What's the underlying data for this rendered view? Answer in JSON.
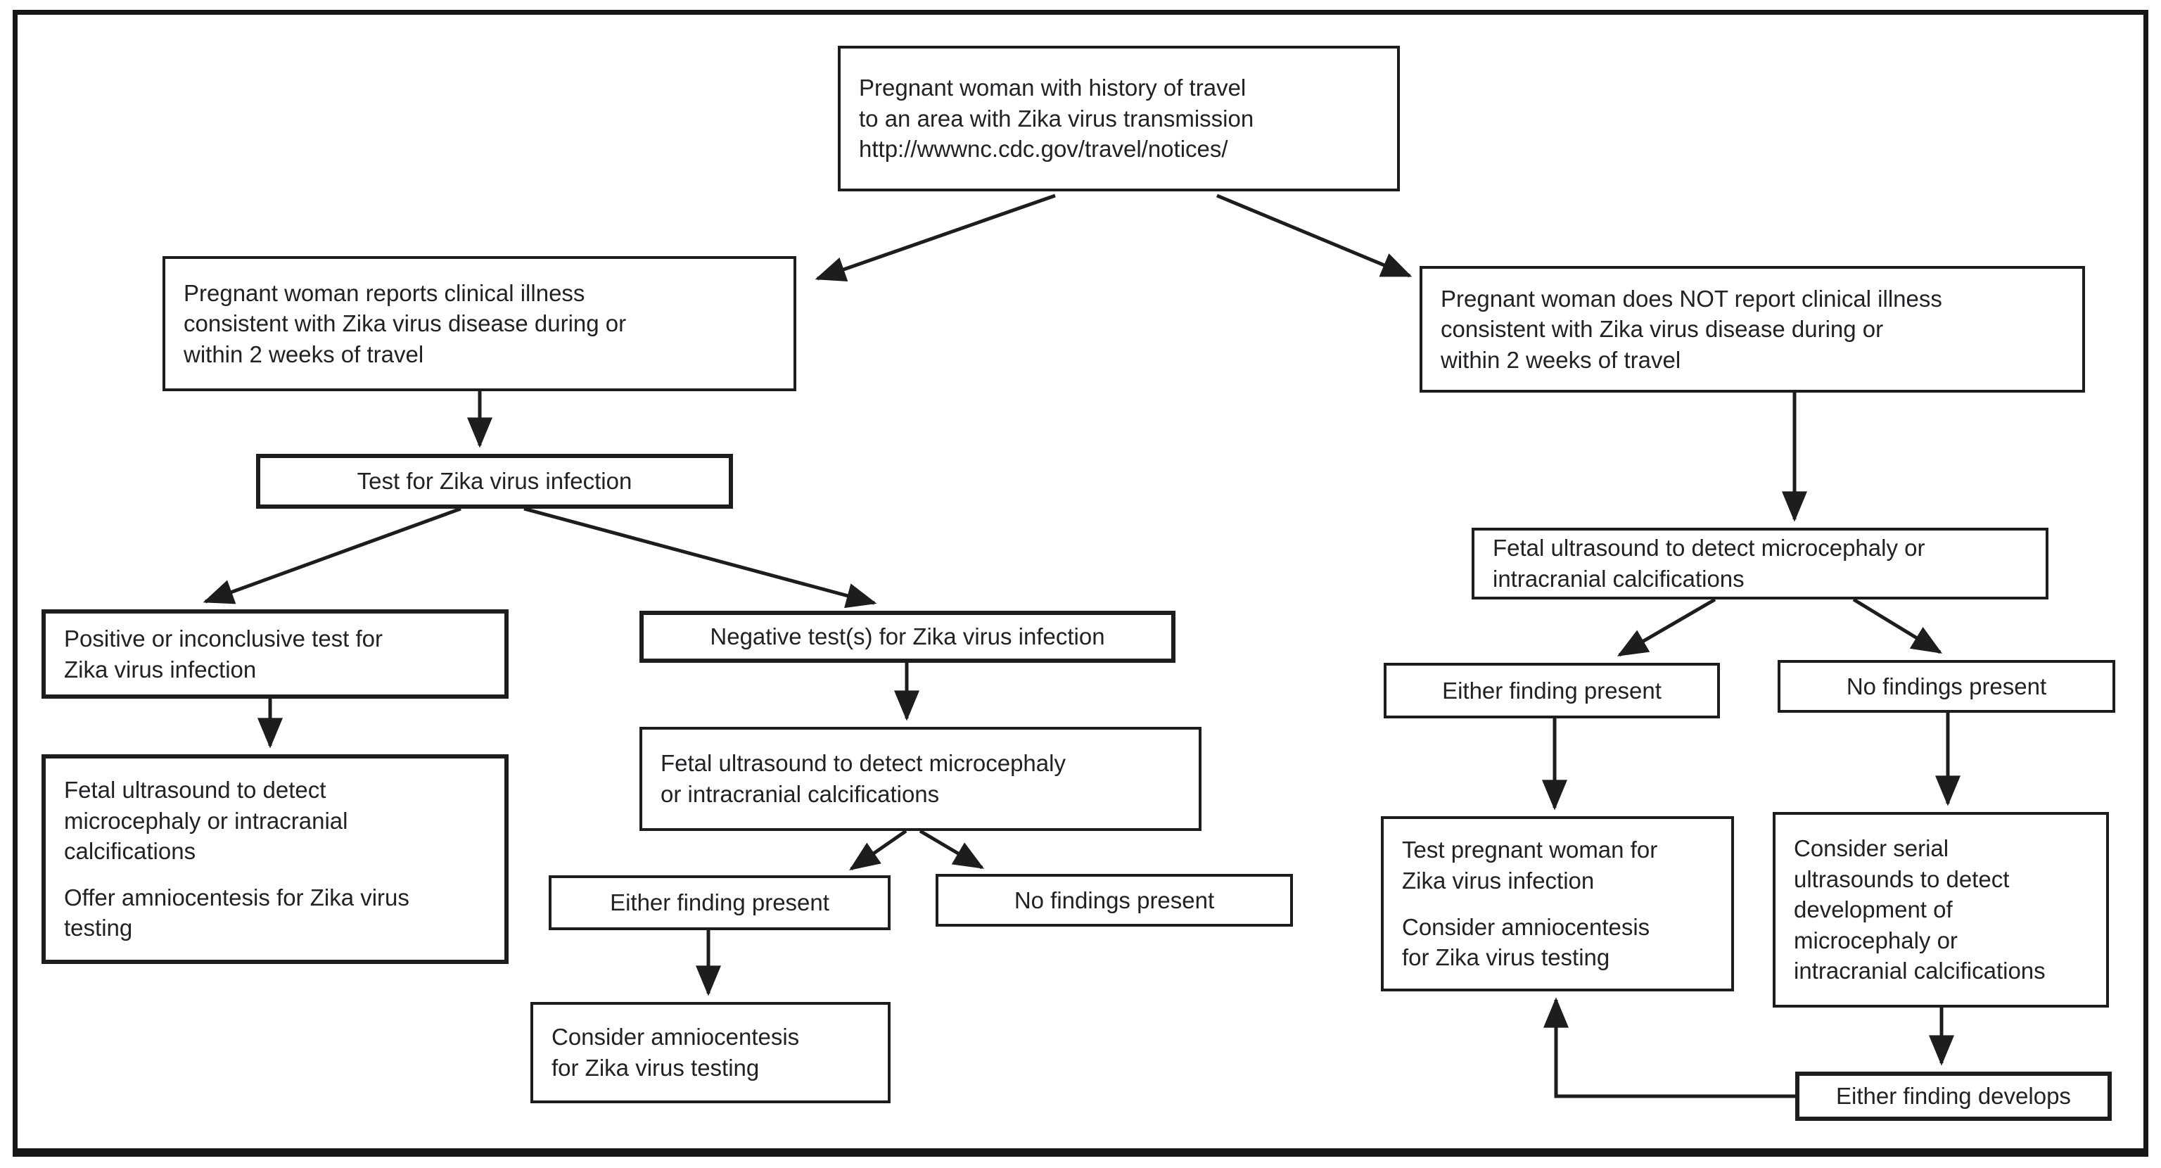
{
  "diagram": {
    "description": "Flowchart: evaluation of pregnant women with history of travel to an area with Zika virus transmission",
    "colors": {
      "background": "#ffffff",
      "line": "#1d1d1d",
      "text": "#212126"
    },
    "nodes": {
      "travel_history": {
        "text": "Pregnant woman with history of travel\nto an area with Zika virus transmission\nhttp://wwwnc.cdc.gov/travel/notices/"
      },
      "reports_illness": {
        "text": "Pregnant woman reports clinical illness\nconsistent with Zika virus disease during or\nwithin 2 weeks of travel"
      },
      "no_reported_illness": {
        "text": "Pregnant woman does NOT report clinical illness\nconsistent with Zika virus disease during or\nwithin 2 weeks of travel"
      },
      "test_for_zika": {
        "text": "Test for Zika virus infection"
      },
      "positive_inconclusive": {
        "text": "Positive or inconclusive test for\nZika virus infection"
      },
      "negative_tests": {
        "text": "Negative test(s) for Zika virus infection"
      },
      "fetal_ultrasound_offer_amnio": {
        "para1": "Fetal ultrasound to detect\nmicrocephaly or intracranial\ncalcifications",
        "para2": "Offer amniocentesis for Zika virus\ntesting"
      },
      "fetal_ultrasound_mid": {
        "text": "Fetal ultrasound to detect microcephaly\nor intracranial calcifications"
      },
      "either_finding_present_mid": {
        "text": "Either finding present"
      },
      "no_findings_present_mid": {
        "text": "No findings present"
      },
      "consider_amnio_mid": {
        "text": "Consider amniocentesis\nfor Zika virus testing"
      },
      "fetal_ultrasound_right": {
        "text": "Fetal ultrasound to detect microcephaly or\nintracranial calcifications"
      },
      "either_finding_present_right": {
        "text": "Either finding present"
      },
      "no_findings_present_right": {
        "text": "No findings present"
      },
      "test_pregnant_woman": {
        "para1": "Test pregnant woman for\nZika virus infection",
        "para2": "Consider amniocentesis\nfor Zika virus testing"
      },
      "serial_ultrasounds": {
        "text": "Consider serial\nultrasounds to detect\ndevelopment of\nmicrocephaly or\nintracranial calcifications"
      },
      "either_finding_develops": {
        "text": "Either finding develops"
      }
    }
  }
}
